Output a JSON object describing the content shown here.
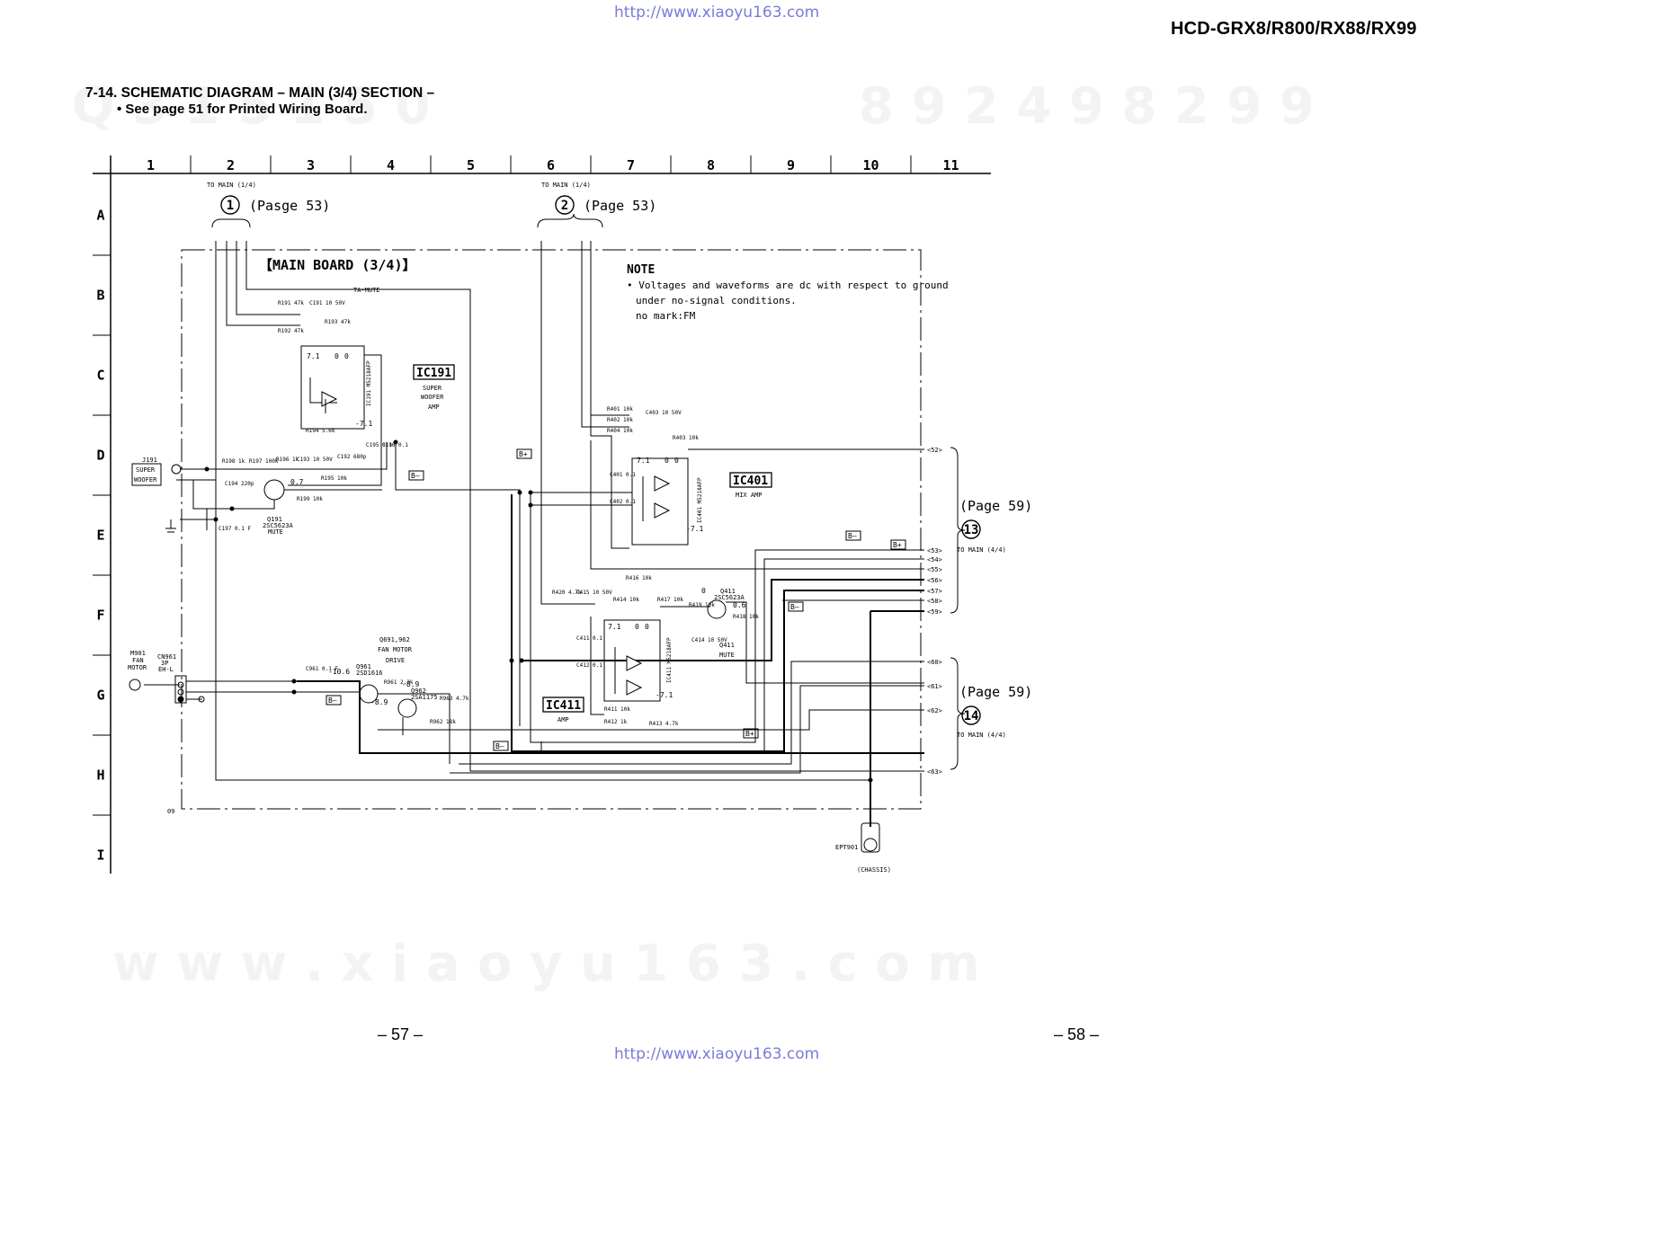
{
  "header": {
    "url_top": "http://www.xiaoyu163.com",
    "model": "HCD-GRX8/R800/RX88/RX99",
    "section_title": "7-14. SCHEMATIC DIAGRAM – MAIN (3/4) SECTION –",
    "section_note": "• See page 51 for Printed Wiring Board."
  },
  "watermarks": {
    "top_digits_left": "Q  3 1 5 1 5 0",
    "top_digits_right": "8 9 2 4 9 8 2 9 9",
    "bottom": "w w w . x i a o y u 1 6 3 . c o m"
  },
  "grid": {
    "columns": [
      "1",
      "2",
      "3",
      "4",
      "5",
      "6",
      "7",
      "8",
      "9",
      "10",
      "11"
    ],
    "rows": [
      "A",
      "B",
      "C",
      "D",
      "E",
      "F",
      "G",
      "H",
      "I"
    ]
  },
  "connectors": {
    "c1": {
      "num": "1",
      "to": "TO MAIN (1/4)",
      "page": "(Pasge 53)"
    },
    "c2": {
      "num": "2",
      "to": "TO MAIN (1/4)",
      "page": "(Page 53)"
    },
    "c13": {
      "num": "13",
      "to": "TO MAIN (4/4)",
      "page": "(Page 59)"
    },
    "c14": {
      "num": "14",
      "to": "TO MAIN (4/4)",
      "page": "(Page 59)"
    },
    "pins_right": [
      "52",
      "53",
      "54",
      "55",
      "56",
      "57",
      "58",
      "59",
      "60",
      "61",
      "62",
      "63"
    ]
  },
  "board": {
    "title": "【MAIN BOARD (3/4)】",
    "note_title": "NOTE",
    "note_line1": "• Voltages and waveforms are dc with respect to ground",
    "note_line2": "under no-signal conditions.",
    "note_line3": "no mark:FM"
  },
  "ics": {
    "ic191": {
      "label": "IC191",
      "desc1": "SUPER",
      "desc2": "WOOFER",
      "desc3": "AMP",
      "part": "IC191 M5218AFP"
    },
    "ic401": {
      "label": "IC401",
      "desc1": "MIX AMP",
      "part": "IC401 M5218AFP"
    },
    "ic411": {
      "label": "IC411",
      "desc1": "AMP",
      "part": "IC411 M5218AFP"
    }
  },
  "parts": {
    "j191": "J191",
    "super": "SUPER",
    "woofer": "WOOFER",
    "m901": "M901",
    "fan": "FAN",
    "motor": "MOTOR",
    "cn961": "CN961",
    "cn961_pins": "3P",
    "cn961_type": "EH-L",
    "ta_mute": "TA-MUTE",
    "q191": "Q191",
    "q191_type": "2SC5623A",
    "q191_desc": "MUTE",
    "q411": "Q411",
    "q411_type": "2SC5623A",
    "q411_desc": "MUTE",
    "q961_962": "Q691,962",
    "fan_motor": "FAN MOTOR",
    "drive": "DRIVE",
    "q961": "Q961",
    "q961_type": "2SD1616",
    "q962": "Q962",
    "q962_type": "2SA1175",
    "ept901": "EPT901",
    "chassis": "(CHASSIS)",
    "b_plus": "B+",
    "b_minus": "B–",
    "code09": "09",
    "r191": "R191 47k",
    "r192": "R192 47k",
    "r193": "R193 47k",
    "c191": "C191 10 50V",
    "r194": "R194 5.6k",
    "r195": "R195 10k",
    "r196": "R196 1k",
    "r197": "R197 100k",
    "r198": "R198 1k",
    "r199": "R199 10k",
    "c192": "C192 680p",
    "c193": "C193 10 50V",
    "c194": "C194 220p",
    "c195": "C195 0.1",
    "c196": "C196 0.1",
    "c197": "C197 0.1 F",
    "r401": "R401 10k",
    "r402": "R402 10k",
    "r403": "R403 10k",
    "r404": "R404 10k",
    "c403": "C403 10 50V",
    "c401": "C401 0.1",
    "c402": "C402 0.1",
    "r411": "R411 10k",
    "r412": "R412 1k",
    "r413": "R413 4.7k",
    "r414": "R414 10k",
    "r416": "R416 10k",
    "r417": "R417 10k",
    "r418": "R418 10k",
    "r419": "R419 10k",
    "r420": "R420 4.7k",
    "c414": "C414 10 50V",
    "c415": "C415 10 50V",
    "c411": "C411 0.1",
    "c412": "C412 0.1",
    "c961": "C961 0.1 F",
    "r961": "R961 2.2k",
    "r962": "R962 18k",
    "r963": "R963 4.7k"
  },
  "voltages": {
    "v71": "7.1",
    "v0": "0",
    "vm71": "-7.1",
    "v07": "0.7",
    "v06": "0.6",
    "vm106": "-10.6",
    "vm89": "-8.9"
  },
  "footer": {
    "page_left": "– 57 –",
    "page_right": "– 58 –",
    "url_bottom": "http://www.xiaoyu163.com"
  }
}
